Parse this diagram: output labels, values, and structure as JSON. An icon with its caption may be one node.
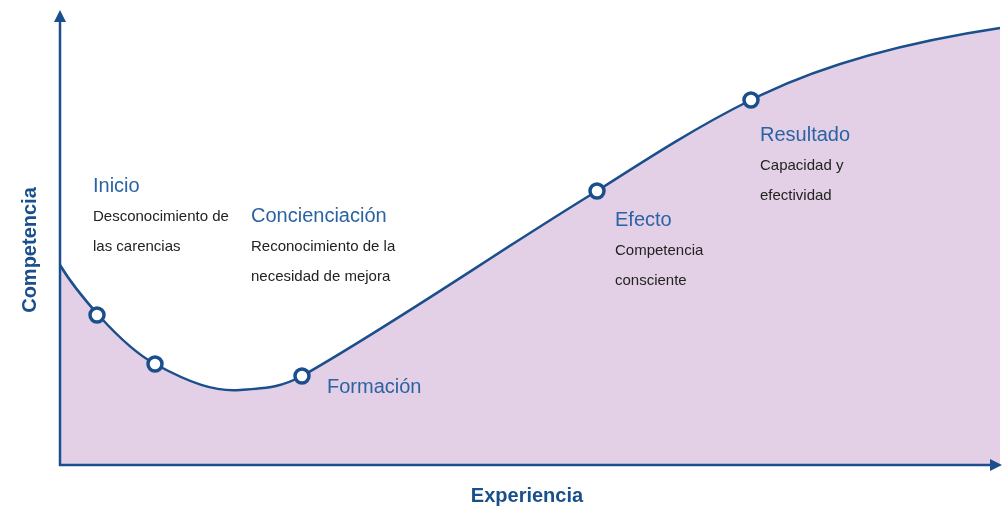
{
  "diagram": {
    "labels": [
      "Competencia",
      "Inicio",
      "Desconocimiento de las carencias",
      "Concienciación",
      "Reconocimiento de la necesidad de mejora",
      "Formación",
      "Efecto",
      "Competencia consciente",
      "Resultado",
      "Capacidad y efectividad",
      "Experiencia"
    ]
  }
}
